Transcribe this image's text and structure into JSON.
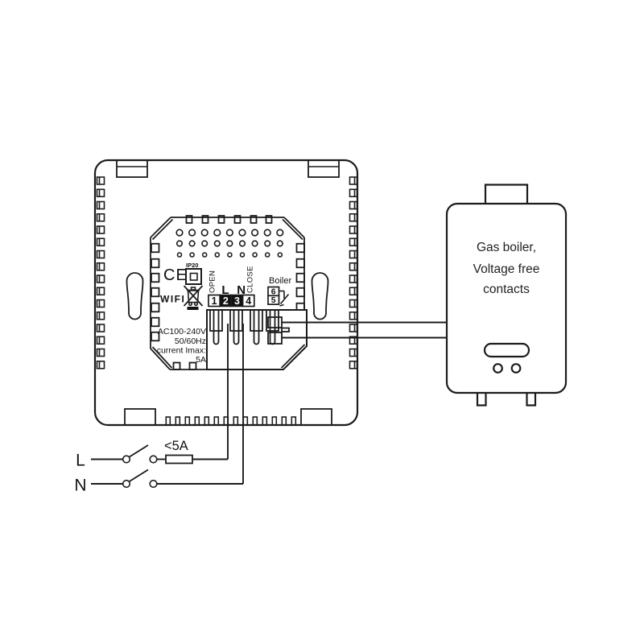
{
  "diagram_title": "thermostat-boiler-wiring-diagram",
  "colors": {
    "line": "#1c1c1c",
    "background": "#ffffff",
    "terminal_active_bg": "#111111",
    "terminal_active_fg": "#ffffff"
  },
  "thermostat": {
    "ce_mark": "CE",
    "ip_rating": "IP20",
    "wifi_label": "WIFI",
    "open_label": "OPEN",
    "close_label": "CLOSE",
    "boiler_column_label": "Boiler",
    "live_terminal_label": "L",
    "neutral_terminal_label": "N",
    "terminals": {
      "t1": "1",
      "t2": "2",
      "t3": "3",
      "t4": "4",
      "t5": "5",
      "t6": "6"
    },
    "ratings": [
      "AC100-240V",
      "50/60Hz",
      "current Imax:",
      "5A"
    ]
  },
  "power": {
    "live_label": "L",
    "neutral_label": "N",
    "fuse_label": "<5A"
  },
  "boiler": {
    "label_lines": [
      "Gas boiler,",
      "Voltage free",
      "contacts"
    ]
  }
}
